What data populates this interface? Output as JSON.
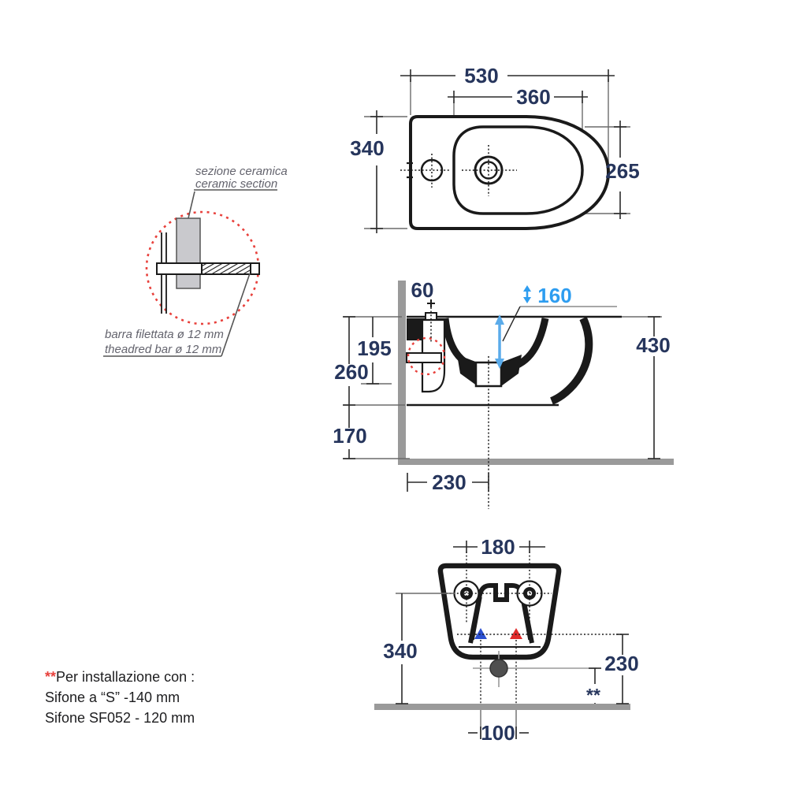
{
  "colors": {
    "dimension_text": "#26355c",
    "highlight_blue": "#2e9df0",
    "detail_red": "#e8413c",
    "structure_gray": "#9a9a9a"
  },
  "top_view": {
    "overall_width": "530",
    "bowl_to_back": "360",
    "overall_depth": "340",
    "bowl_depth": "265"
  },
  "detail_callout": {
    "ceramic_label_it": "sezione ceramica",
    "ceramic_label_en": "ceramic section",
    "bar_label_it": "barra filettata ø 12 mm",
    "bar_label_en": "theadred bar ø 12 mm"
  },
  "section_view": {
    "fixing_from_wall": "60",
    "jet_height": "160",
    "rim_to_fixing_bar": "195",
    "body_section_height": "260",
    "underside_to_floor": "170",
    "rim_to_floor": "430",
    "drain_from_wall": "230"
  },
  "front_view": {
    "fixing_centers": "180",
    "fixing_height": "340",
    "inlet_height": "230",
    "siphon_marker": "**",
    "inlet_centers": "100"
  },
  "installation_note": {
    "marker": "**",
    "intro": "Per installazione con :",
    "option1": "Sifone a “S” -140 mm",
    "option2": "Sifone SF052 - 120 mm"
  }
}
